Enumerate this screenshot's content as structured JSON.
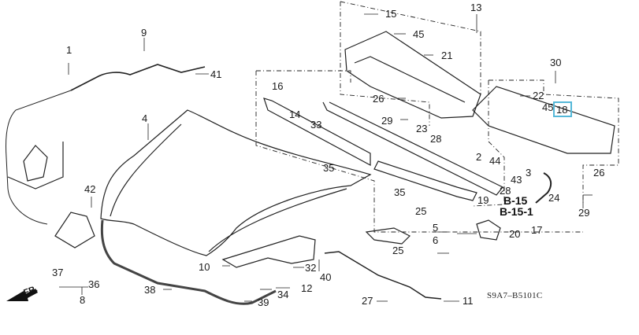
{
  "diagram": {
    "title": "Hood / Cowl Top Parts Diagram",
    "diagram_code": "S9A7–B5101C",
    "front_indicator": "FR.",
    "reference_labels": [
      "B-15",
      "B-15-1"
    ],
    "highlight_color": "#55b8d8",
    "highlighted_part": "18",
    "callouts": [
      {
        "id": "1",
        "label": "1"
      },
      {
        "id": "2",
        "label": "2"
      },
      {
        "id": "3",
        "label": "3"
      },
      {
        "id": "4",
        "label": "4"
      },
      {
        "id": "5",
        "label": "5"
      },
      {
        "id": "6",
        "label": "6"
      },
      {
        "id": "8",
        "label": "8"
      },
      {
        "id": "9",
        "label": "9"
      },
      {
        "id": "10",
        "label": "10"
      },
      {
        "id": "11",
        "label": "11"
      },
      {
        "id": "12",
        "label": "12"
      },
      {
        "id": "13",
        "label": "13"
      },
      {
        "id": "14",
        "label": "14"
      },
      {
        "id": "15",
        "label": "15"
      },
      {
        "id": "16",
        "label": "16"
      },
      {
        "id": "17",
        "label": "17"
      },
      {
        "id": "18",
        "label": "18"
      },
      {
        "id": "19",
        "label": "19"
      },
      {
        "id": "20",
        "label": "20"
      },
      {
        "id": "21",
        "label": "21"
      },
      {
        "id": "22",
        "label": "22"
      },
      {
        "id": "23",
        "label": "23"
      },
      {
        "id": "24",
        "label": "24"
      },
      {
        "id": "25a",
        "label": "25"
      },
      {
        "id": "25b",
        "label": "25"
      },
      {
        "id": "26a",
        "label": "26"
      },
      {
        "id": "26b",
        "label": "26"
      },
      {
        "id": "27",
        "label": "27"
      },
      {
        "id": "28a",
        "label": "28"
      },
      {
        "id": "28b",
        "label": "28"
      },
      {
        "id": "29a",
        "label": "29"
      },
      {
        "id": "29b",
        "label": "29"
      },
      {
        "id": "30",
        "label": "30"
      },
      {
        "id": "32",
        "label": "32"
      },
      {
        "id": "33",
        "label": "33"
      },
      {
        "id": "34",
        "label": "34"
      },
      {
        "id": "35a",
        "label": "35"
      },
      {
        "id": "35b",
        "label": "35"
      },
      {
        "id": "36",
        "label": "36"
      },
      {
        "id": "37",
        "label": "37"
      },
      {
        "id": "38",
        "label": "38"
      },
      {
        "id": "39",
        "label": "39"
      },
      {
        "id": "40",
        "label": "40"
      },
      {
        "id": "41",
        "label": "41"
      },
      {
        "id": "42",
        "label": "42"
      },
      {
        "id": "43",
        "label": "43"
      },
      {
        "id": "44",
        "label": "44"
      },
      {
        "id": "45a",
        "label": "45"
      },
      {
        "id": "45b",
        "label": "45"
      }
    ]
  }
}
